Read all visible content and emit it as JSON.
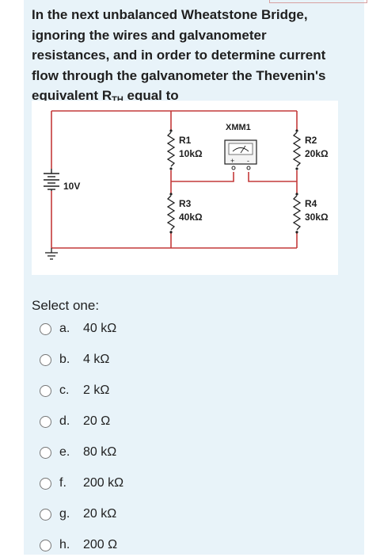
{
  "question": {
    "line1": "In the next unbalanced Wheatstone Bridge,",
    "line2": "ignoring the wires and galvanometer",
    "line3": "resistances, and in order to determine current",
    "line4": "flow through the galvanometer the Thevenin's",
    "line5_pre": "equivalent ",
    "line5_r": "R",
    "line5_sub": "TH",
    "line5_post": " equal to"
  },
  "circuit": {
    "source_label": "10V",
    "meter_label": "XMM1",
    "r1_name": "R1",
    "r1_value": "10kΩ",
    "r2_name": "R2",
    "r2_value": "20kΩ",
    "r3_name": "R3",
    "r3_value": "40kΩ",
    "r4_name": "R4",
    "r4_value": "30kΩ",
    "meter_plus": "+",
    "meter_minus": "-"
  },
  "select_label": "Select one:",
  "options": [
    {
      "letter": "a.",
      "text": "40 kΩ"
    },
    {
      "letter": "b.",
      "text": "4 kΩ"
    },
    {
      "letter": "c.",
      "text": "2 kΩ"
    },
    {
      "letter": "d.",
      "text": "20 Ω"
    },
    {
      "letter": "e.",
      "text": "80 kΩ"
    },
    {
      "letter": "f.",
      "text": "200 kΩ"
    },
    {
      "letter": "g.",
      "text": "20 kΩ"
    },
    {
      "letter": "h.",
      "text": "200 Ω"
    }
  ]
}
